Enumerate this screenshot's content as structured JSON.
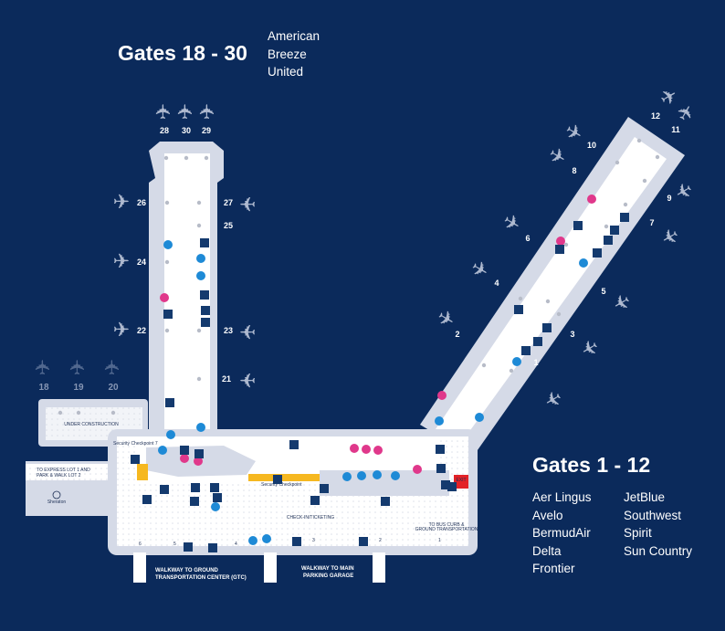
{
  "north": {
    "title": "Gates 18 - 30",
    "airlines": [
      "American",
      "Breeze",
      "United"
    ],
    "gates": [
      "28",
      "30",
      "29",
      "26",
      "27",
      "25",
      "24",
      "22",
      "23",
      "21"
    ],
    "construction_gates": [
      "18",
      "19",
      "20"
    ]
  },
  "south": {
    "title": "Gates 1 - 12",
    "airlines_col1": [
      "Aer Lingus",
      "Avelo",
      "BermudAir",
      "Delta",
      "Frontier"
    ],
    "airlines_col2": [
      "JetBlue",
      "Southwest",
      "Spirit",
      "Sun Country"
    ],
    "gates": [
      "12",
      "11",
      "10",
      "8",
      "9",
      "7",
      "6",
      "5",
      "4",
      "3",
      "2",
      "1"
    ]
  },
  "labels": {
    "under_construction": "UNDER CONSTRUCTION",
    "express_lot": "TO EXPRESS LOT 1 AND",
    "express_lot2": "PARK & WALK LOT 2",
    "hotel": "Sheraton",
    "checkpoint7": "Security Checkpoint 7",
    "checkpoint": "Security Checkpoint",
    "checkin": "CHECK-IN/TICKETING",
    "exit": "EXIT",
    "bus_curb": "TO BUS CURB &",
    "bus_curb2": "GROUND TRANSPORTATION",
    "walkway_gtc": "WALKWAY TO GROUND",
    "walkway_gtc2": "TRANSPORTATION CENTER (GTC)",
    "walkway_garage": "WALKWAY TO MAIN",
    "walkway_garage2": "PARKING GARAGE",
    "doors": [
      "6",
      "5",
      "4",
      "3",
      "2",
      "1"
    ]
  },
  "colors": {
    "background": "#0b2a5b",
    "concourse": "#d5dae7",
    "floor": "#ffffff",
    "restroom": "#1e8ad6",
    "family": "#e0388b",
    "amenity": "#143a6e",
    "security": "#f6b820",
    "exit": "#e32227"
  }
}
